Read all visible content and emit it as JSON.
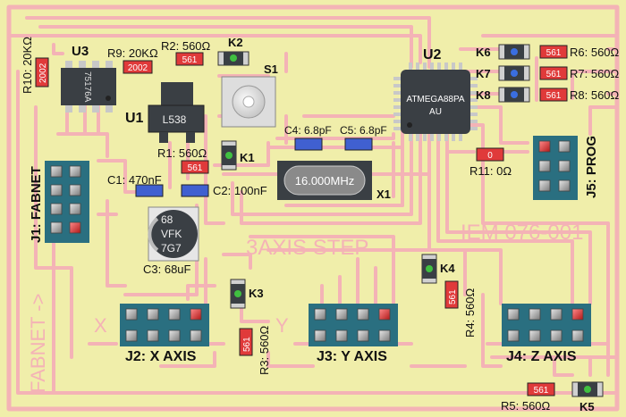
{
  "board": {
    "title": "3AXIS STEP",
    "code": "IEM 076-001",
    "fabnet_arrow": "FABNET ->",
    "axis_x": "X",
    "axis_y": "Y",
    "colors": {
      "board": "#f0eeaa",
      "trace": "#f4b3b6",
      "header": "#2a6f80",
      "pin1": "#e03030",
      "chip": "#3a3f44",
      "resistor": "#e03a3a",
      "cap": "#4060d0"
    }
  },
  "components": {
    "u1": {
      "ref": "U1",
      "marking": "L538"
    },
    "u2": {
      "ref": "U2",
      "marking_line1": "ATMEGA88PA",
      "marking_line2": "AU"
    },
    "u3": {
      "ref": "U3",
      "marking": "75176A"
    },
    "s1": {
      "ref": "S1"
    },
    "x1": {
      "ref": "X1",
      "marking": "16.000MHz"
    },
    "c3_body": {
      "line1": "68",
      "line2": "VFK",
      "line3": "7G7"
    },
    "r1": {
      "label": "R1: 560Ω",
      "code": "561"
    },
    "r2": {
      "label": "R2: 560Ω",
      "code": "561"
    },
    "r3": {
      "label": "R3: 560Ω",
      "code": "561"
    },
    "r4": {
      "label": "R4: 560Ω",
      "code": "561"
    },
    "r5": {
      "label": "R5: 560Ω",
      "code": "561"
    },
    "r6": {
      "label": "R6: 560Ω",
      "code": "561"
    },
    "r7": {
      "label": "R7: 560Ω",
      "code": "561"
    },
    "r8": {
      "label": "R8: 560Ω",
      "code": "561"
    },
    "r9": {
      "label": "R9: 20KΩ",
      "code": "2002"
    },
    "r10": {
      "label": "R10: 20KΩ",
      "code": "2002"
    },
    "r11": {
      "label": "R11: 0Ω",
      "code": "0"
    },
    "c1": {
      "label": "C1: 470nF"
    },
    "c2": {
      "label": "C2: 100nF"
    },
    "c3": {
      "label": "C3: 68uF"
    },
    "c4": {
      "label": "C4: 6.8pF"
    },
    "c5": {
      "label": "C5: 6.8pF"
    },
    "k1": {
      "label": "K1",
      "led": "green"
    },
    "k2": {
      "label": "K2",
      "led": "green"
    },
    "k3": {
      "label": "K3",
      "led": "green"
    },
    "k4": {
      "label": "K4",
      "led": "green"
    },
    "k5": {
      "label": "K5",
      "led": "green"
    },
    "k6": {
      "label": "K6",
      "led": "blue"
    },
    "k7": {
      "label": "K7",
      "led": "blue"
    },
    "k8": {
      "label": "K8",
      "led": "blue"
    }
  },
  "connectors": {
    "j1": {
      "label": "J1: FABNET"
    },
    "j2": {
      "label": "J2: X AXIS"
    },
    "j3": {
      "label": "J3: Y AXIS"
    },
    "j4": {
      "label": "J4: Z AXIS"
    },
    "j5": {
      "label": "J5: PROG"
    }
  }
}
